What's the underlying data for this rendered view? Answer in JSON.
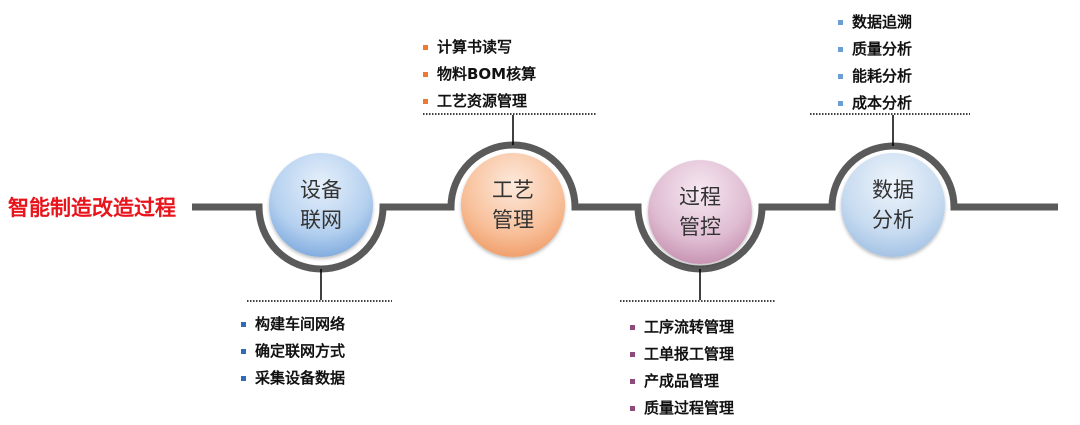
{
  "title": "智能制造改造过程",
  "nodes": [
    {
      "line1": "设备",
      "line2": "联网"
    },
    {
      "line1": "工艺",
      "line2": "管理"
    },
    {
      "line1": "过程",
      "line2": "管控"
    },
    {
      "line1": "数据",
      "line2": "分析"
    }
  ],
  "lists": [
    {
      "color": "#2e6db4",
      "items": [
        "构建车间网络",
        "确定联网方式",
        "采集设备数据"
      ]
    },
    {
      "color": "#ec7a30",
      "items": [
        "计算书读写",
        "物料BOM核算",
        "工艺资源管理"
      ]
    },
    {
      "color": "#8e4a78",
      "items": [
        "工序流转管理",
        "工单报工管理",
        "产成品管理",
        "质量过程管理"
      ]
    },
    {
      "color": "#6b9ed3",
      "items": [
        "数据追溯",
        "质量分析",
        "能耗分析",
        "成本分析"
      ]
    }
  ]
}
